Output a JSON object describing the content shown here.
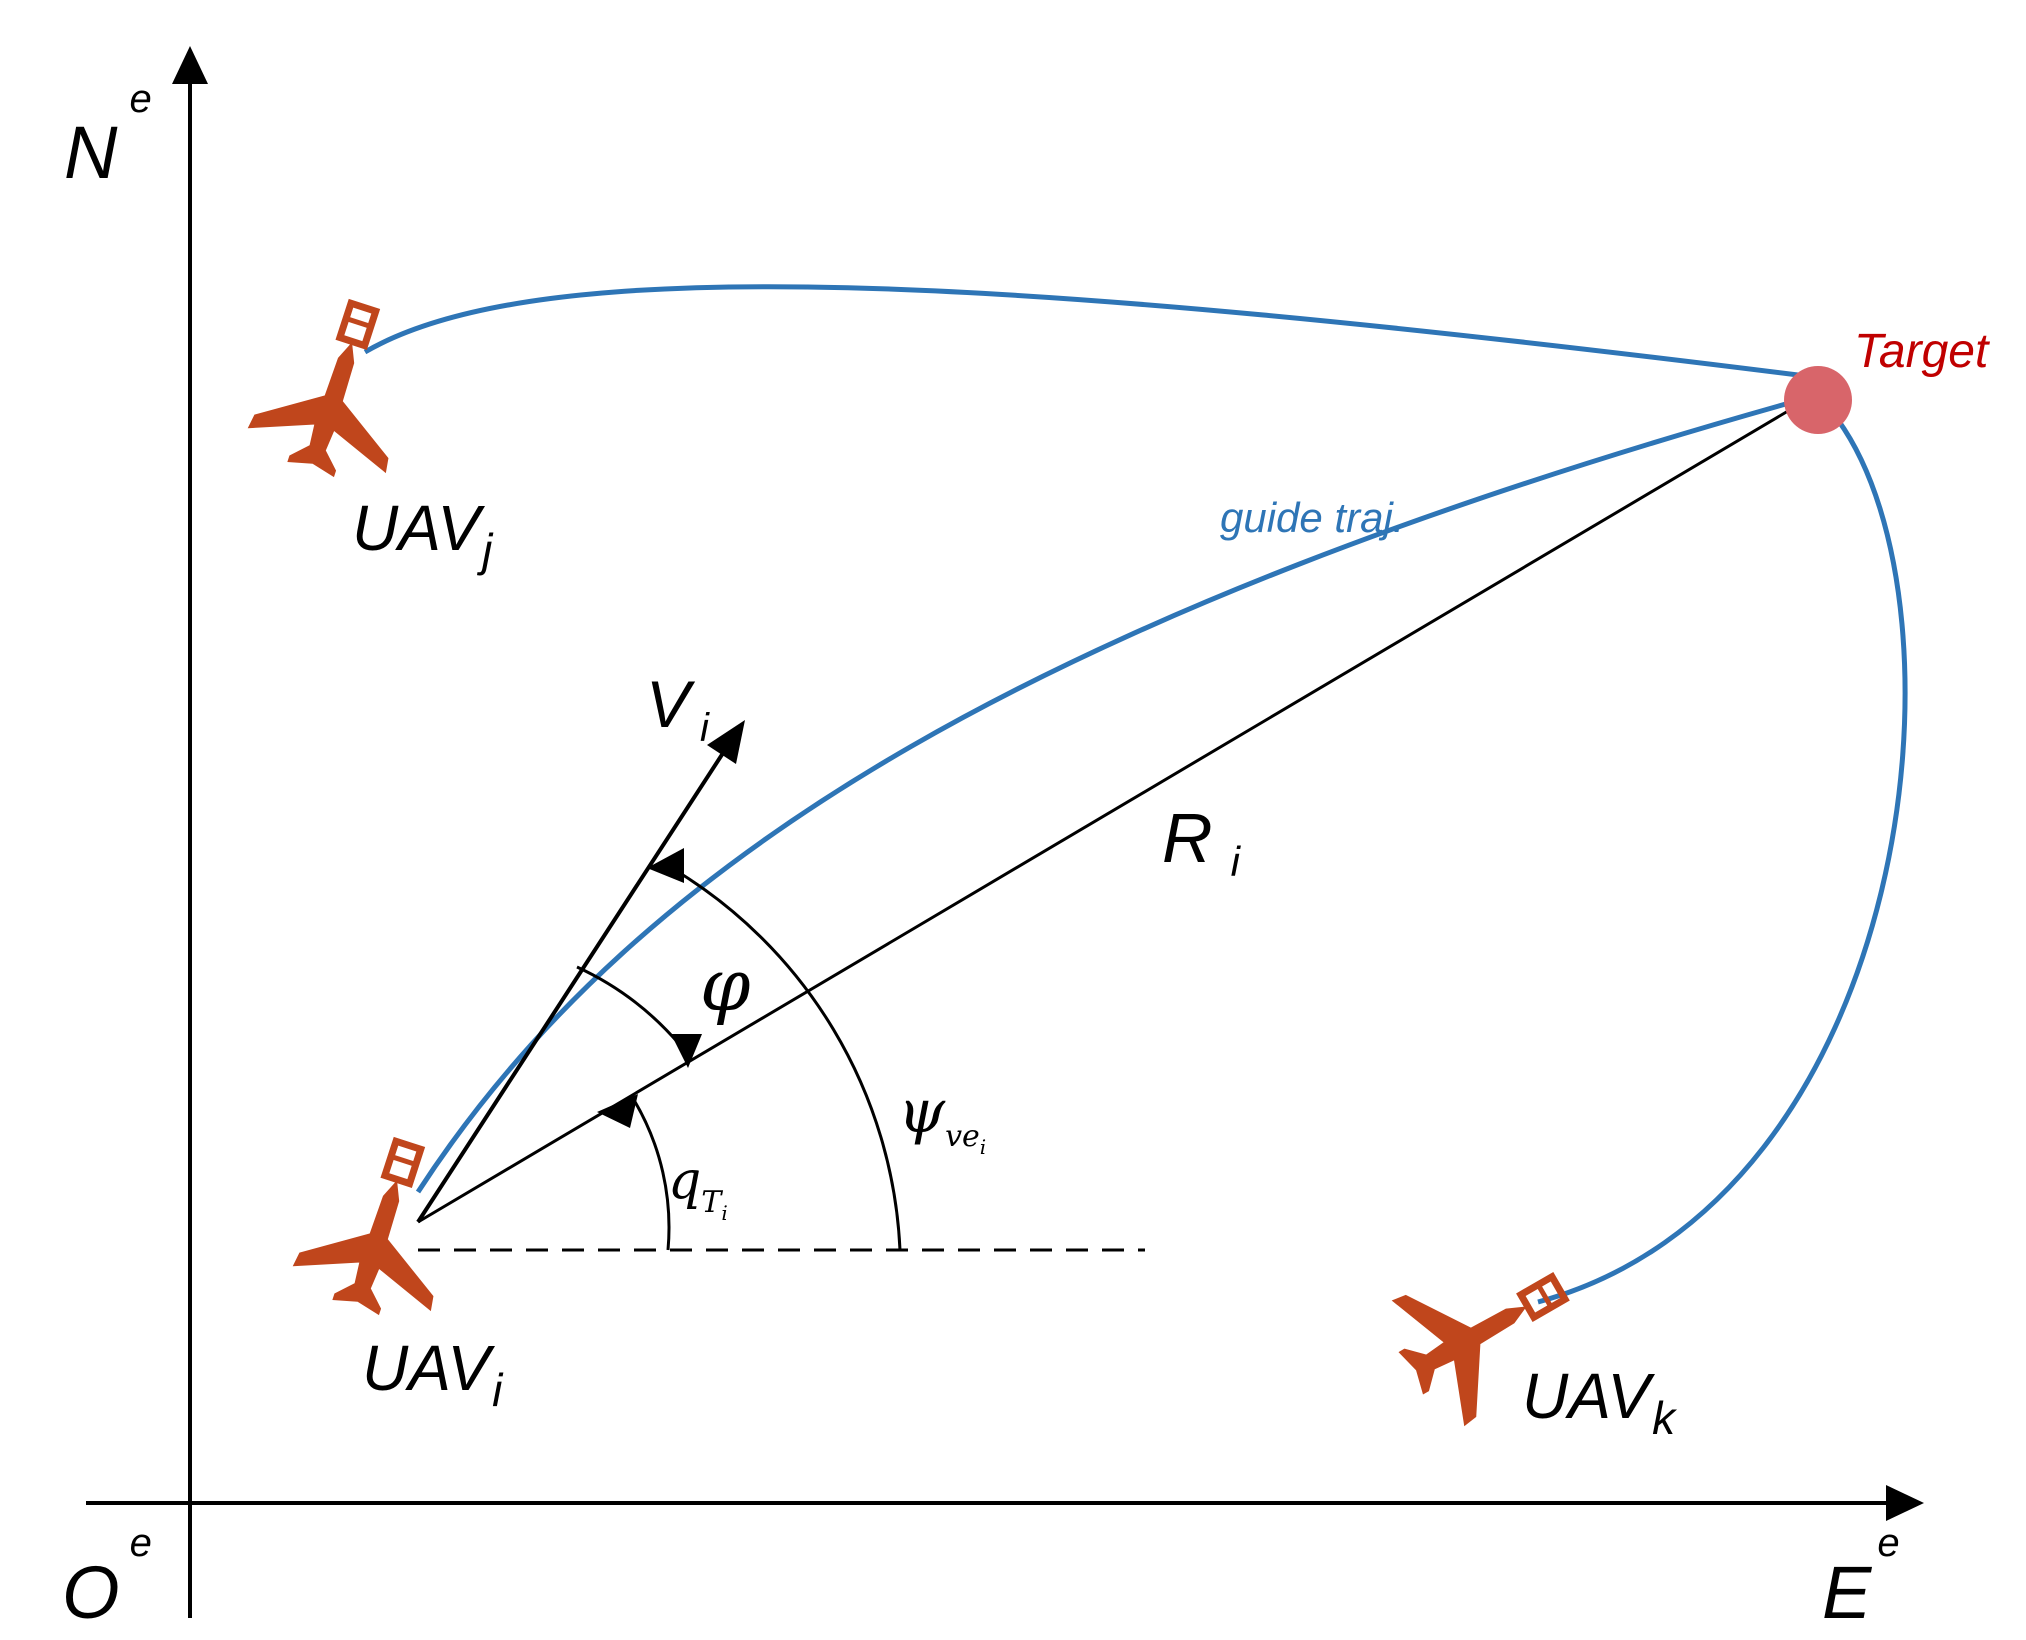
{
  "axes": {
    "north": {
      "base": "N",
      "sup": "e"
    },
    "east": {
      "base": "E",
      "sup": "e"
    },
    "origin": {
      "base": "O",
      "sup": "e"
    }
  },
  "uavs": {
    "i": {
      "base": "UAV",
      "sub": "i"
    },
    "j": {
      "base": "UAV",
      "sub": "j"
    },
    "k": {
      "base": "UAV",
      "sub": "k"
    }
  },
  "target": {
    "label": "Target"
  },
  "guide": {
    "label": "guide traj."
  },
  "symbols": {
    "velocity": {
      "base": "V",
      "sub": "i"
    },
    "range": {
      "base": "R",
      "sub": "i"
    },
    "angle_phi": "φ",
    "angle_psi": {
      "base": "ψ",
      "sub": "ve",
      "subsub": "i"
    },
    "angle_q": {
      "base": "q",
      "sub": "T",
      "subsub": "i"
    }
  },
  "colors": {
    "trajectory": "#2e75b6",
    "uav": "#c0461c",
    "target_fill": "#d8656a",
    "target_label": "#c00000",
    "line": "#000000"
  },
  "icons": {
    "uav": "fixed-wing-aircraft-icon",
    "target": "target-circle-icon"
  }
}
